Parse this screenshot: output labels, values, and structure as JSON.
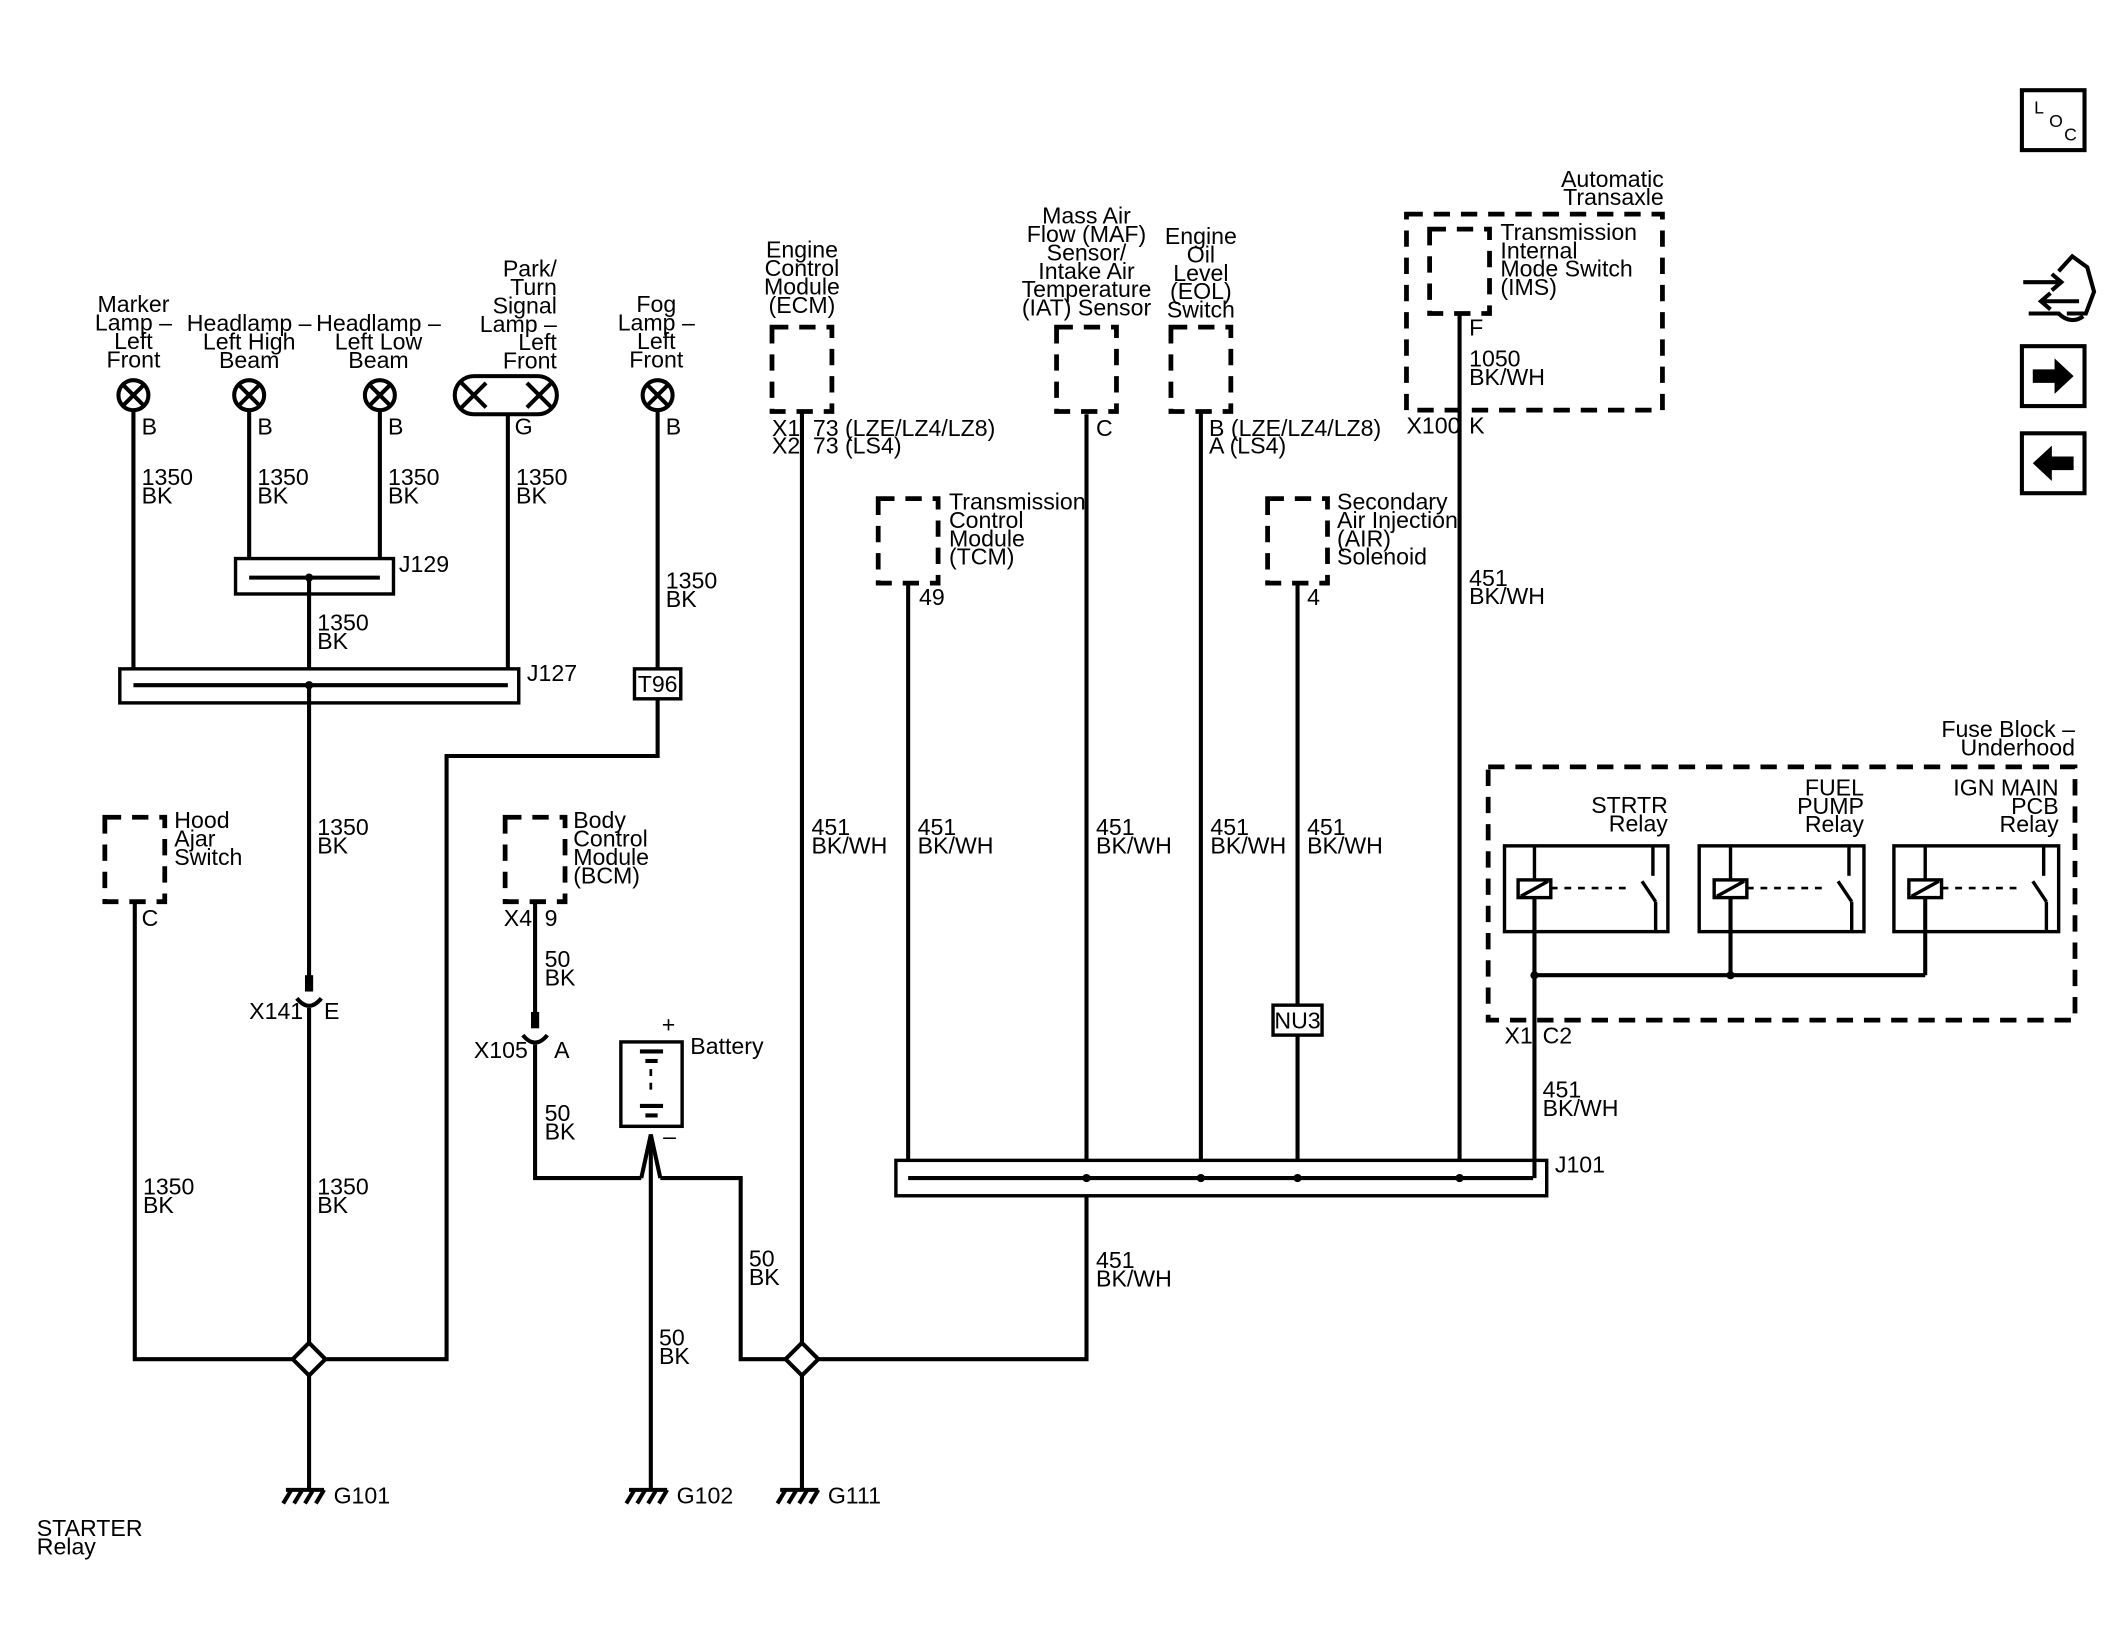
{
  "components": {
    "marker_lamp": [
      "Marker",
      "Lamp –",
      "Left",
      "Front"
    ],
    "headlamp_high": [
      "Headlamp –",
      "Left High",
      "Beam"
    ],
    "headlamp_low": [
      "Headlamp –",
      "Left Low",
      "Beam"
    ],
    "park_turn": [
      "Park/",
      "Turn",
      "Signal",
      "Lamp –",
      "Left",
      "Front"
    ],
    "fog_lamp": [
      "Fog",
      "Lamp –",
      "Left",
      "Front"
    ],
    "ecm": [
      "Engine",
      "Control",
      "Module",
      "(ECM)"
    ],
    "maf": [
      "Mass Air",
      "Flow (MAF)",
      "Sensor/",
      "Intake Air",
      "Temperature",
      "(IAT) Sensor"
    ],
    "eol": [
      "Engine",
      "Oil",
      "Level",
      "(EOL)",
      "Switch"
    ],
    "auto_transaxle": [
      "Automatic",
      "Transaxle"
    ],
    "ims": [
      "Transmission",
      "Internal",
      "Mode Switch",
      "(IMS)"
    ],
    "tcm": [
      "Transmission",
      "Control",
      "Module",
      "(TCM)"
    ],
    "air": [
      "Secondary",
      "Air Injection",
      "(AIR)",
      "Solenoid"
    ],
    "fuse_block": [
      "Fuse Block –",
      "Underhood"
    ],
    "strtr_relay": [
      "STRTR",
      "Relay"
    ],
    "fuel_pump_relay": [
      "FUEL",
      "PUMP",
      "Relay"
    ],
    "ign_main_relay": [
      "IGN MAIN",
      "PCB",
      "Relay"
    ],
    "hood_ajar": [
      "Hood",
      "Ajar",
      "Switch"
    ],
    "bcm": [
      "Body",
      "Control",
      "Module",
      "(BCM)"
    ],
    "battery": "Battery",
    "battery_plus": "+",
    "battery_minus": "–"
  },
  "pins": {
    "marker_b": "B",
    "high_b": "B",
    "low_b": "B",
    "park_g": "G",
    "fog_b": "B",
    "ecm_x1": "X1",
    "ecm_x2": "X2",
    "ecm_73a": "73 (LZE/LZ4/LZ8)",
    "ecm_73b": "73 (LS4)",
    "maf_c": "C",
    "eol_b": "B (LZE/LZ4/LZ8)",
    "eol_a": "A (LS4)",
    "ims_f": "F",
    "x100": "X100",
    "x100_k": "K",
    "tcm_49": "49",
    "air_4": "4",
    "hood_c": "C",
    "bcm_x4": "X4",
    "bcm_9": "9",
    "x141": "X141",
    "x141_e": "E",
    "x105": "X105",
    "x105_a": "A",
    "fuse_x1": "X1",
    "fuse_c2": "C2"
  },
  "wires": {
    "w1350bk": [
      "1350",
      "BK"
    ],
    "w451": [
      "451",
      "BK/WH"
    ],
    "w50bk": [
      "50",
      "BK"
    ],
    "w1050": [
      "1050",
      "BK/WH"
    ]
  },
  "splices": {
    "j129": "J129",
    "j127": "J127",
    "j101": "J101",
    "t96": "T96",
    "nu3": "NU3"
  },
  "grounds": {
    "g101": "G101",
    "g102": "G102",
    "g111": "G111"
  },
  "footer": [
    "STARTER",
    "Relay"
  ],
  "nav": {
    "loc_l": "L",
    "loc_o": "O",
    "loc_c": "C"
  }
}
